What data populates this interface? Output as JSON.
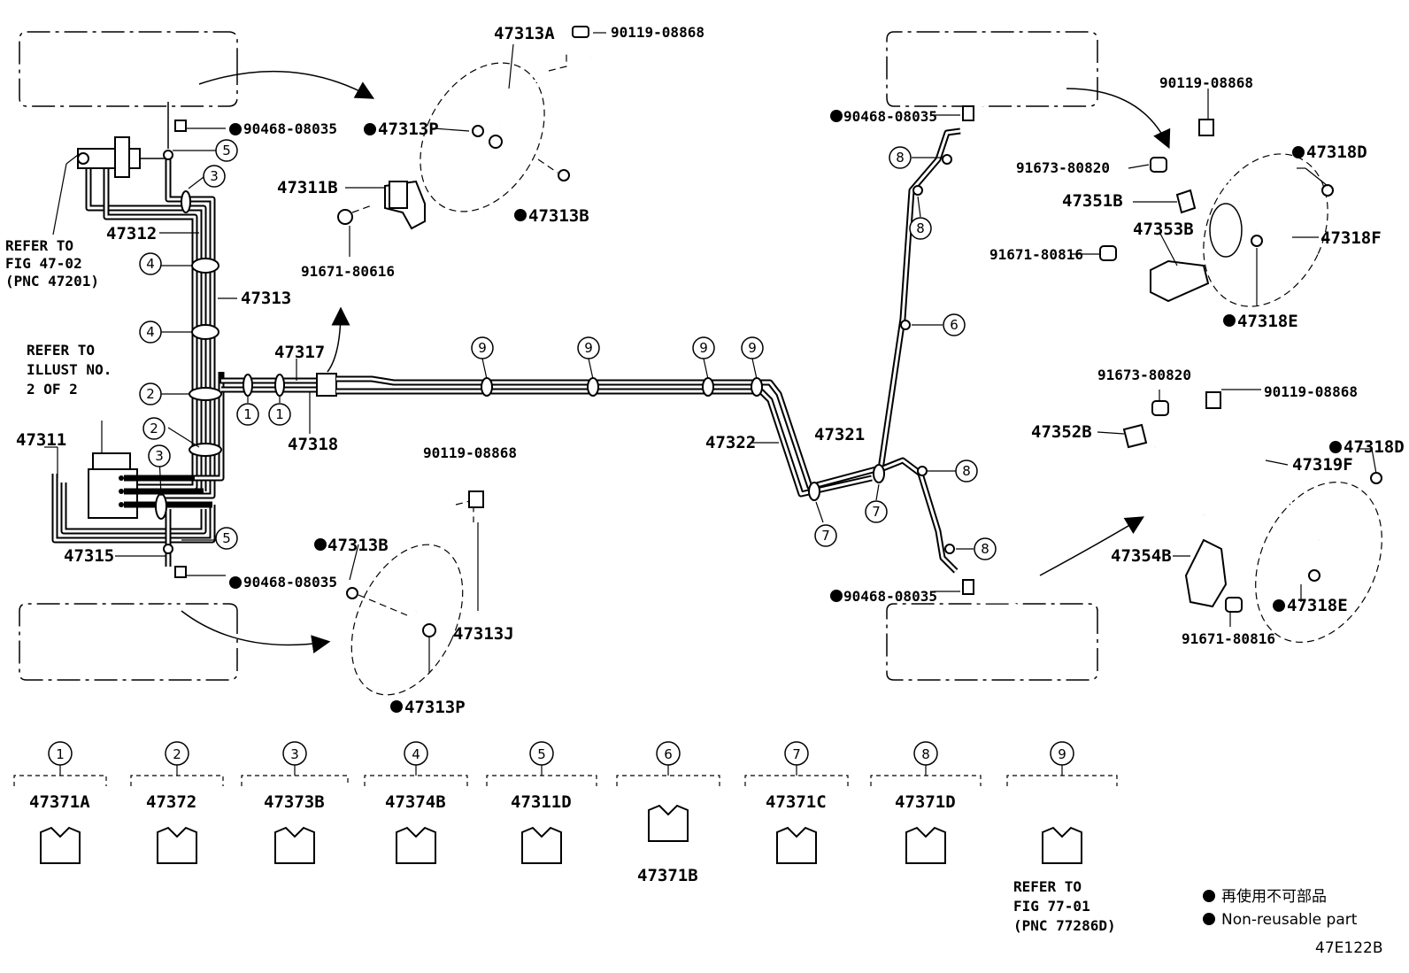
{
  "parts": {
    "p47313A": "47313A",
    "p90119_top": "90119-08868",
    "p90468_tl": "90468-08035",
    "p47313P_top": "47313P",
    "p47313B_top": "47313B",
    "p47311B": "47311B",
    "p91671_80616": "91671-80616",
    "p47312": "47312",
    "p47313": "47313",
    "p47317": "47317",
    "p47318": "47318",
    "p47311": "47311",
    "p47315": "47315",
    "p90468_bl": "90468-08035",
    "p47313B_bot": "47313B",
    "p90119_mid": "90119-08868",
    "p47313J": "47313J",
    "p47313P_bot": "47313P",
    "p47322": "47322",
    "p47321": "47321",
    "p90468_tr": "90468-08035",
    "p90468_br": "90468-08035",
    "p90119_tr": "90119-08868",
    "p91673_tr": "91673-80820",
    "p47351B": "47351B",
    "p47353B": "47353B",
    "p91671_tr": "91671-80816",
    "p47318D_tr": "47318D",
    "p47318F": "47318F",
    "p47318E_tr": "47318E",
    "p91673_br": "91673-80820",
    "p90119_br": "90119-08868",
    "p47352B": "47352B",
    "p47318D_br": "47318D",
    "p47319F": "47319F",
    "p47354B": "47354B",
    "p47318E_br": "47318E",
    "p91671_br": "91671-80816"
  },
  "refer": {
    "fig4702_l1": "REFER TO",
    "fig4702_l2": "FIG 47-02",
    "fig4702_l3": "(PNC 47201)",
    "illust_l1": "REFER TO",
    "illust_l2": "ILLUST NO.",
    "illust_l3": "2 OF 2",
    "fig7701_l1": "REFER TO",
    "fig7701_l2": "FIG 77-01",
    "fig7701_l3": "(PNC 77286D)"
  },
  "callouts": {
    "c1": "1",
    "c2": "2",
    "c3": "3",
    "c4": "4",
    "c5": "5",
    "c6": "6",
    "c7": "7",
    "c8": "8",
    "c9": "9"
  },
  "clamps": [
    {
      "num": "1",
      "part": "47371A"
    },
    {
      "num": "2",
      "part": "47372"
    },
    {
      "num": "3",
      "part": "47373B"
    },
    {
      "num": "4",
      "part": "47374B"
    },
    {
      "num": "5",
      "part": "47311D"
    },
    {
      "num": "6",
      "part": "47371B"
    },
    {
      "num": "7",
      "part": "47371C"
    },
    {
      "num": "8",
      "part": "47371D"
    },
    {
      "num": "9",
      "part": ""
    }
  ],
  "legend": {
    "jp": "再使用不可部品",
    "en": "Non-reusable part"
  },
  "illustration_id": "47E122B"
}
